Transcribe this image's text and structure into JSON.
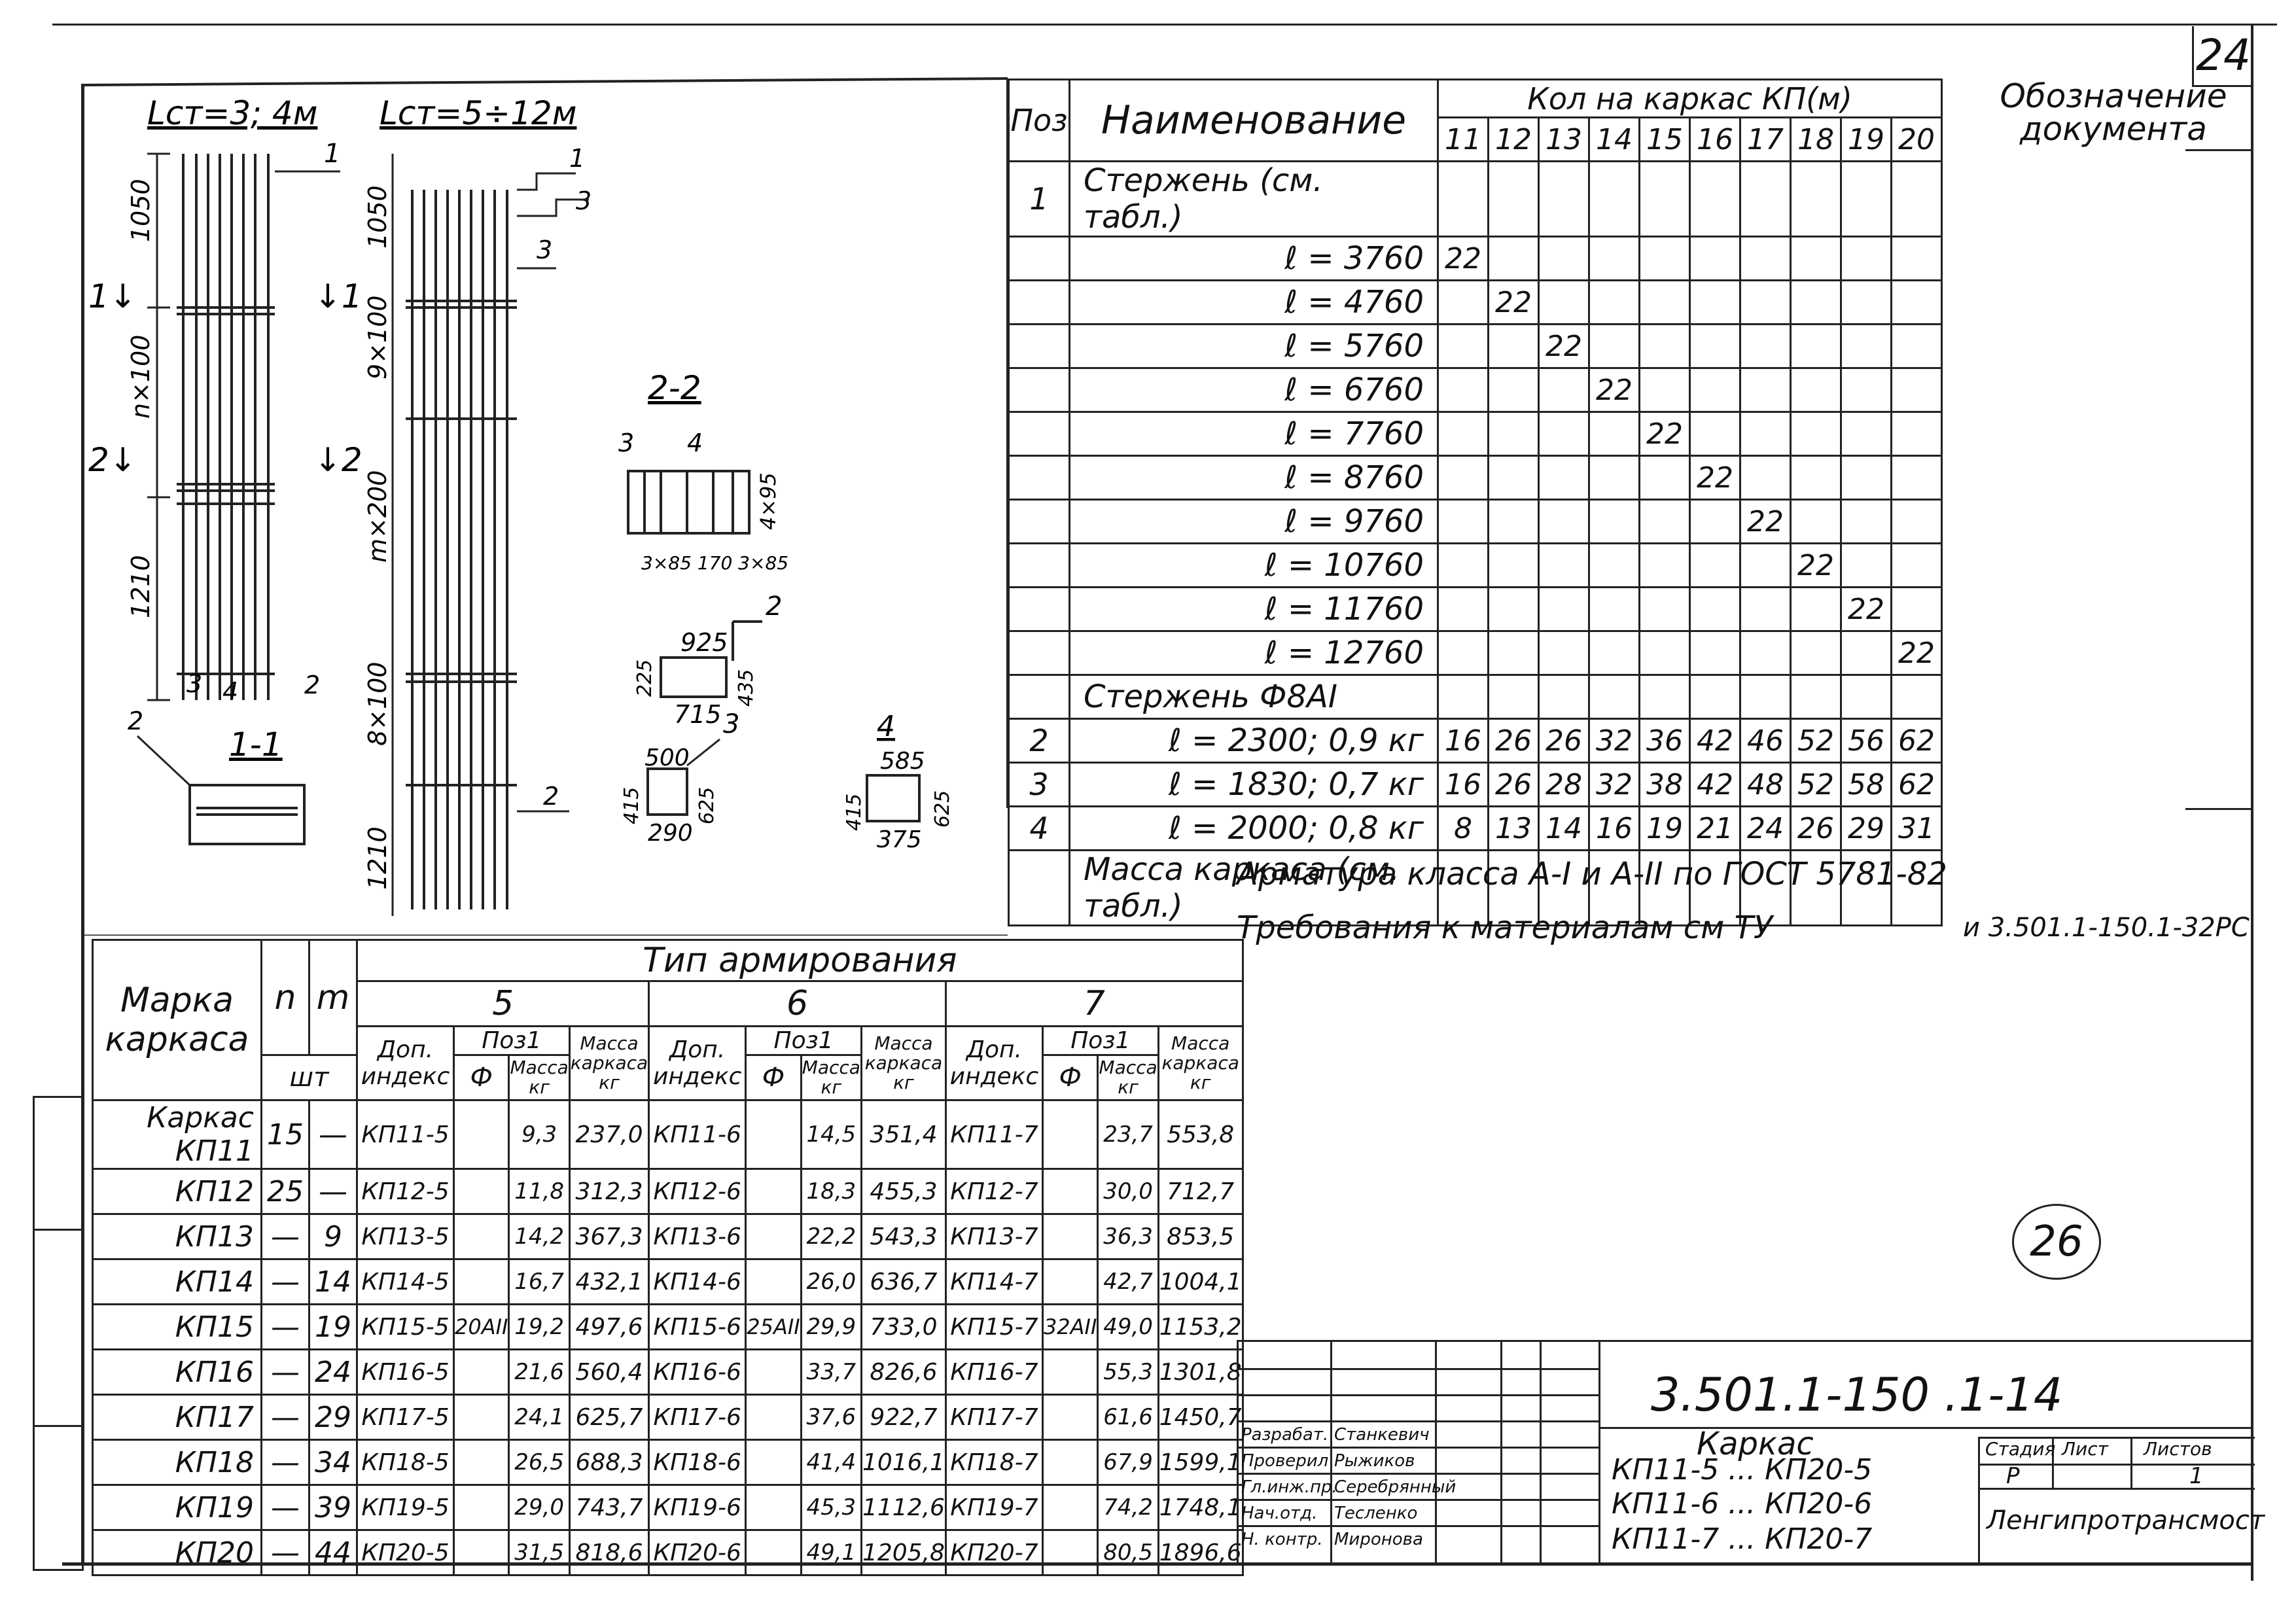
{
  "sheet_number": "24",
  "circle_number": "26",
  "drawing": {
    "label_l1": "Lст=3; 4м",
    "label_l2": "Lст=5÷12м",
    "section_22": "2-2",
    "section_11": "1-1",
    "dims_left": [
      "1050",
      "n×100",
      "1210"
    ],
    "dims_right": [
      "1050",
      "9×100",
      "m×200",
      "8×100",
      "1210"
    ],
    "callouts": [
      "1",
      "4",
      "3",
      "1",
      "1",
      "2",
      "2",
      "3",
      "4",
      "2",
      "2"
    ],
    "section_dims": {
      "d1": "3×85",
      "d2": "170",
      "d3": "3×85",
      "d4": "4×95"
    },
    "bar2": {
      "top": "925",
      "left": "225",
      "right": "435",
      "bottom": "715",
      "pos": "2"
    },
    "bar3": {
      "top": "500",
      "left": "415",
      "right": "625",
      "bottom": "290",
      "pos": "3"
    },
    "bar4": {
      "top": "585",
      "left": "415",
      "right": "625",
      "bottom": "375",
      "pos": "4"
    }
  },
  "spec": {
    "col_pos": "Поз",
    "col_name": "Наименование",
    "col_qty": "Кол на каркас КП(м)",
    "col_doc": "Обозначение документа",
    "qty_cols": [
      "11",
      "12",
      "13",
      "14",
      "15",
      "16",
      "17",
      "18",
      "19",
      "20"
    ],
    "rows": [
      {
        "pos": "1",
        "name": "Стержень (см. табл.)",
        "left": true,
        "q": [
          "",
          "",
          "",
          "",
          "",
          "",
          "",
          "",
          "",
          ""
        ]
      },
      {
        "pos": "",
        "name": "ℓ = 3760",
        "q": [
          "22",
          "",
          "",
          "",
          "",
          "",
          "",
          "",
          "",
          ""
        ]
      },
      {
        "pos": "",
        "name": "ℓ = 4760",
        "q": [
          "",
          "22",
          "",
          "",
          "",
          "",
          "",
          "",
          "",
          ""
        ]
      },
      {
        "pos": "",
        "name": "ℓ = 5760",
        "q": [
          "",
          "",
          "22",
          "",
          "",
          "",
          "",
          "",
          "",
          ""
        ]
      },
      {
        "pos": "",
        "name": "ℓ = 6760",
        "q": [
          "",
          "",
          "",
          "22",
          "",
          "",
          "",
          "",
          "",
          ""
        ]
      },
      {
        "pos": "",
        "name": "ℓ = 7760",
        "q": [
          "",
          "",
          "",
          "",
          "22",
          "",
          "",
          "",
          "",
          ""
        ]
      },
      {
        "pos": "",
        "name": "ℓ = 8760",
        "q": [
          "",
          "",
          "",
          "",
          "",
          "22",
          "",
          "",
          "",
          ""
        ]
      },
      {
        "pos": "",
        "name": "ℓ = 9760",
        "q": [
          "",
          "",
          "",
          "",
          "",
          "",
          "22",
          "",
          "",
          ""
        ]
      },
      {
        "pos": "",
        "name": "ℓ = 10760",
        "q": [
          "",
          "",
          "",
          "",
          "",
          "",
          "",
          "22",
          "",
          ""
        ]
      },
      {
        "pos": "",
        "name": "ℓ = 11760",
        "q": [
          "",
          "",
          "",
          "",
          "",
          "",
          "",
          "",
          "22",
          ""
        ]
      },
      {
        "pos": "",
        "name": "ℓ = 12760",
        "q": [
          "",
          "",
          "",
          "",
          "",
          "",
          "",
          "",
          "",
          "22"
        ]
      },
      {
        "pos": "",
        "name": "Стержень Ф8АI",
        "left": true,
        "q": [
          "",
          "",
          "",
          "",
          "",
          "",
          "",
          "",
          "",
          ""
        ]
      },
      {
        "pos": "2",
        "name": "ℓ = 2300;  0,9 кг",
        "q": [
          "16",
          "26",
          "26",
          "32",
          "36",
          "42",
          "46",
          "52",
          "56",
          "62"
        ]
      },
      {
        "pos": "3",
        "name": "ℓ = 1830;  0,7 кг",
        "q": [
          "16",
          "26",
          "28",
          "32",
          "38",
          "42",
          "48",
          "52",
          "58",
          "62"
        ]
      },
      {
        "pos": "4",
        "name": "ℓ = 2000;  0,8 кг",
        "q": [
          "8",
          "13",
          "14",
          "16",
          "19",
          "21",
          "24",
          "26",
          "29",
          "31"
        ]
      },
      {
        "pos": "",
        "name": "Масса каркаса (см. табл.)",
        "left": true,
        "q": [
          "",
          "",
          "",
          "",
          "",
          "",
          "",
          "",
          "",
          ""
        ]
      }
    ]
  },
  "notes": {
    "line1": "Арматура класса А-I и А-II по ГОСТ 5781-82",
    "line2": "Требования к материалам см ТУ",
    "line2_right": "и 3.501.1-150.1-32РС"
  },
  "marks": {
    "h_mark": "Марка каркаса",
    "h_n": "n",
    "h_m": "m",
    "h_sht": "шт",
    "h_type": "Тип армирования",
    "types": [
      "5",
      "6",
      "7"
    ],
    "h_idx": "Доп. индекс",
    "h_pos1": "Поз1",
    "h_phi": "Ф",
    "h_mass": "Масса кг",
    "h_mass_frame": "Масса каркаса кг",
    "phi_values": [
      "20АII",
      "25АII",
      "32АII"
    ],
    "rows": [
      {
        "mark": "Каркас КП11",
        "n": "15",
        "m": "—",
        "i5": "КП11-5",
        "m5": "9,3",
        "k5": "237,0",
        "i6": "КП11-6",
        "m6": "14,5",
        "k6": "351,4",
        "i7": "КП11-7",
        "m7": "23,7",
        "k7": "553,8"
      },
      {
        "mark": "КП12",
        "n": "25",
        "m": "—",
        "i5": "КП12-5",
        "m5": "11,8",
        "k5": "312,3",
        "i6": "КП12-6",
        "m6": "18,3",
        "k6": "455,3",
        "i7": "КП12-7",
        "m7": "30,0",
        "k7": "712,7"
      },
      {
        "mark": "КП13",
        "n": "—",
        "m": "9",
        "i5": "КП13-5",
        "m5": "14,2",
        "k5": "367,3",
        "i6": "КП13-6",
        "m6": "22,2",
        "k6": "543,3",
        "i7": "КП13-7",
        "m7": "36,3",
        "k7": "853,5"
      },
      {
        "mark": "КП14",
        "n": "—",
        "m": "14",
        "i5": "КП14-5",
        "m5": "16,7",
        "k5": "432,1",
        "i6": "КП14-6",
        "m6": "26,0",
        "k6": "636,7",
        "i7": "КП14-7",
        "m7": "42,7",
        "k7": "1004,1"
      },
      {
        "mark": "КП15",
        "n": "—",
        "m": "19",
        "i5": "КП15-5",
        "m5": "19,2",
        "k5": "497,6",
        "i6": "КП15-6",
        "m6": "29,9",
        "k6": "733,0",
        "i7": "КП15-7",
        "m7": "49,0",
        "k7": "1153,2"
      },
      {
        "mark": "КП16",
        "n": "—",
        "m": "24",
        "i5": "КП16-5",
        "m5": "21,6",
        "k5": "560,4",
        "i6": "КП16-6",
        "m6": "33,7",
        "k6": "826,6",
        "i7": "КП16-7",
        "m7": "55,3",
        "k7": "1301,8"
      },
      {
        "mark": "КП17",
        "n": "—",
        "m": "29",
        "i5": "КП17-5",
        "m5": "24,1",
        "k5": "625,7",
        "i6": "КП17-6",
        "m6": "37,6",
        "k6": "922,7",
        "i7": "КП17-7",
        "m7": "61,6",
        "k7": "1450,7"
      },
      {
        "mark": "КП18",
        "n": "—",
        "m": "34",
        "i5": "КП18-5",
        "m5": "26,5",
        "k5": "688,3",
        "i6": "КП18-6",
        "m6": "41,4",
        "k6": "1016,1",
        "i7": "КП18-7",
        "m7": "67,9",
        "k7": "1599,1"
      },
      {
        "mark": "КП19",
        "n": "—",
        "m": "39",
        "i5": "КП19-5",
        "m5": "29,0",
        "k5": "743,7",
        "i6": "КП19-6",
        "m6": "45,3",
        "k6": "1112,6",
        "i7": "КП19-7",
        "m7": "74,2",
        "k7": "1748,1"
      },
      {
        "mark": "КП20",
        "n": "—",
        "m": "44",
        "i5": "КП20-5",
        "m5": "31,5",
        "k5": "818,6",
        "i6": "КП20-6",
        "m6": "49,1",
        "k6": "1205,8",
        "i7": "КП20-7",
        "m7": "80,5",
        "k7": "1896,6"
      }
    ]
  },
  "title_block": {
    "code": "3.501.1-150 .1-14",
    "name": "Каркас",
    "line1": "КП11-5 ... КП20-5",
    "line2": "КП11-6 ... КП20-6",
    "line3": "КП11-7 ... КП20-7",
    "roles": [
      "Разрабат.",
      "Проверил",
      "Гл.инж.пр.",
      "Нач.отд.",
      "Н. контр."
    ],
    "names": [
      "Станкевич",
      "Рыжиков",
      "Серебрянный",
      "Тесленко",
      "Миронова"
    ],
    "h_stage": "Стадия",
    "h_sheet": "Лист",
    "h_sheets": "Листов",
    "stage": "Р",
    "sheets": "1",
    "org": "Ленгипротрансмост"
  }
}
